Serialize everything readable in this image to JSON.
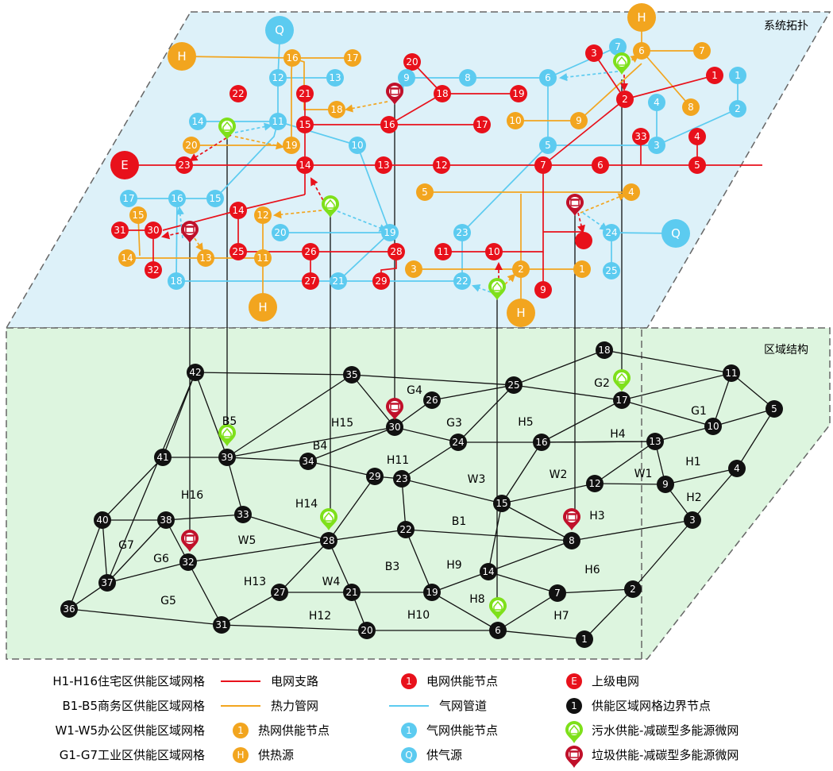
{
  "colors": {
    "power": "#e8111b",
    "heat": "#f2a51f",
    "gas": "#5ccbf0",
    "black": "#111111",
    "sewage": "#7ee01a",
    "garbage": "#c0102a",
    "top_plane": "#ddf1f9",
    "bottom_plane": "#ddf5df"
  },
  "top_title": "系统拓扑",
  "bottom_title": "区域结构",
  "source_letters": {
    "power": "E",
    "heat": "H",
    "gas": "Q"
  },
  "power_nodes": [
    "1",
    "2",
    "3",
    "4",
    "5",
    "6",
    "7",
    "9",
    "10",
    "11",
    "12",
    "13",
    "14",
    "14",
    "15",
    "16",
    "17",
    "18",
    "19",
    "20",
    "21",
    "22",
    "23",
    "25",
    "26",
    "27",
    "28",
    "29",
    "30",
    "31",
    "32",
    "33"
  ],
  "heat_nodes": [
    "1",
    "2",
    "3",
    "4",
    "5",
    "6",
    "7",
    "8",
    "9",
    "10",
    "11",
    "12",
    "13",
    "14",
    "15",
    "16",
    "17",
    "18",
    "19",
    "20"
  ],
  "gas_nodes": [
    "1",
    "2",
    "3",
    "4",
    "5",
    "6",
    "7",
    "8",
    "9",
    "10",
    "11",
    "12",
    "13",
    "14",
    "15",
    "16",
    "17",
    "18",
    "19",
    "20",
    "21",
    "22",
    "23",
    "24",
    "25"
  ],
  "grid_nodes": [
    "1",
    "2",
    "3",
    "4",
    "5",
    "7",
    "8",
    "9",
    "10",
    "11",
    "12",
    "13",
    "14",
    "15",
    "16",
    "17",
    "18",
    "19",
    "20",
    "21",
    "22",
    "23",
    "24",
    "25",
    "26",
    "27",
    "28",
    "29",
    "30",
    "31",
    "32",
    "33",
    "34",
    "35",
    "36",
    "37",
    "38",
    "39",
    "40",
    "41",
    "42"
  ],
  "region_labels": [
    "H1",
    "H2",
    "H3",
    "H4",
    "H5",
    "H6",
    "H7",
    "H8",
    "H9",
    "H10",
    "H11",
    "H12",
    "H13",
    "H14",
    "H15",
    "H16",
    "B1",
    "B3",
    "B4",
    "B5",
    "W1",
    "W2",
    "W3",
    "W4",
    "W5",
    "G1",
    "G2",
    "G3",
    "G4",
    "G5",
    "G6",
    "G7"
  ],
  "legend": [
    {
      "kind": "text",
      "label": "H1-H16住宅区供能区域网格"
    },
    {
      "kind": "text",
      "label": "B1-B5商务区供能区域网格"
    },
    {
      "kind": "text",
      "label": "W1-W5办公区供能区域网格"
    },
    {
      "kind": "text",
      "label": "G1-G7工业区供能区域网格"
    },
    {
      "kind": "line",
      "color": "power",
      "label": "电网支路"
    },
    {
      "kind": "line",
      "color": "heat",
      "label": "热力管网"
    },
    {
      "kind": "node",
      "color": "heat",
      "glyph": "1",
      "label": "热网供能节点"
    },
    {
      "kind": "node",
      "color": "heat",
      "glyph": "H",
      "label": "供热源"
    },
    {
      "kind": "node",
      "color": "power",
      "glyph": "1",
      "label": "电网供能节点"
    },
    {
      "kind": "line",
      "color": "gas",
      "label": "气网管道"
    },
    {
      "kind": "node",
      "color": "gas",
      "glyph": "1",
      "label": "气网供能节点"
    },
    {
      "kind": "node",
      "color": "gas",
      "glyph": "Q",
      "label": "供气源"
    },
    {
      "kind": "node",
      "color": "power",
      "glyph": "E",
      "label": "上级电网"
    },
    {
      "kind": "node",
      "color": "black",
      "glyph": "1",
      "label": "供能区域网格边界节点"
    },
    {
      "kind": "icon",
      "color": "sewage",
      "glyph": "sewage-icon",
      "label": "污水供能-减碳型多能源微网"
    },
    {
      "kind": "icon",
      "color": "garbage",
      "glyph": "garbage-icon",
      "label": "垃圾供能-减碳型多能源微网"
    }
  ]
}
